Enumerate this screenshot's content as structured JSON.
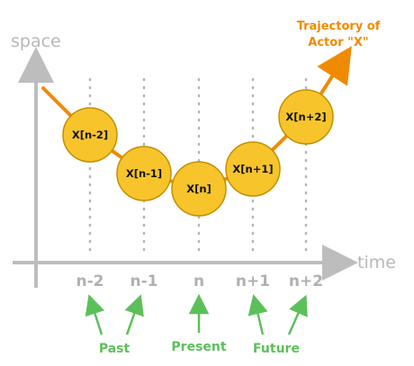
{
  "axes": {
    "y_label": "space",
    "x_label": "time"
  },
  "ticks": [
    {
      "label": "n-2"
    },
    {
      "label": "n-1"
    },
    {
      "label": "n"
    },
    {
      "label": "n+1"
    },
    {
      "label": "n+2"
    }
  ],
  "nodes": [
    {
      "label": "X[n-2]"
    },
    {
      "label": "X[n-1]"
    },
    {
      "label": "X[n]"
    },
    {
      "label": "X[n+1]"
    },
    {
      "label": "X[n+2]"
    }
  ],
  "trajectory": {
    "label_line1": "Trajectory of",
    "label_line2": "Actor \"X\""
  },
  "groups": {
    "past": "Past",
    "present": "Present",
    "future": "Future"
  },
  "colors": {
    "axis": "#bdbdbd",
    "guide": "#b5b5b5",
    "trajectory": "#f08a00",
    "node_fill": "#f7c52b",
    "node_stroke": "#c38f00",
    "green": "#5cc05a"
  }
}
